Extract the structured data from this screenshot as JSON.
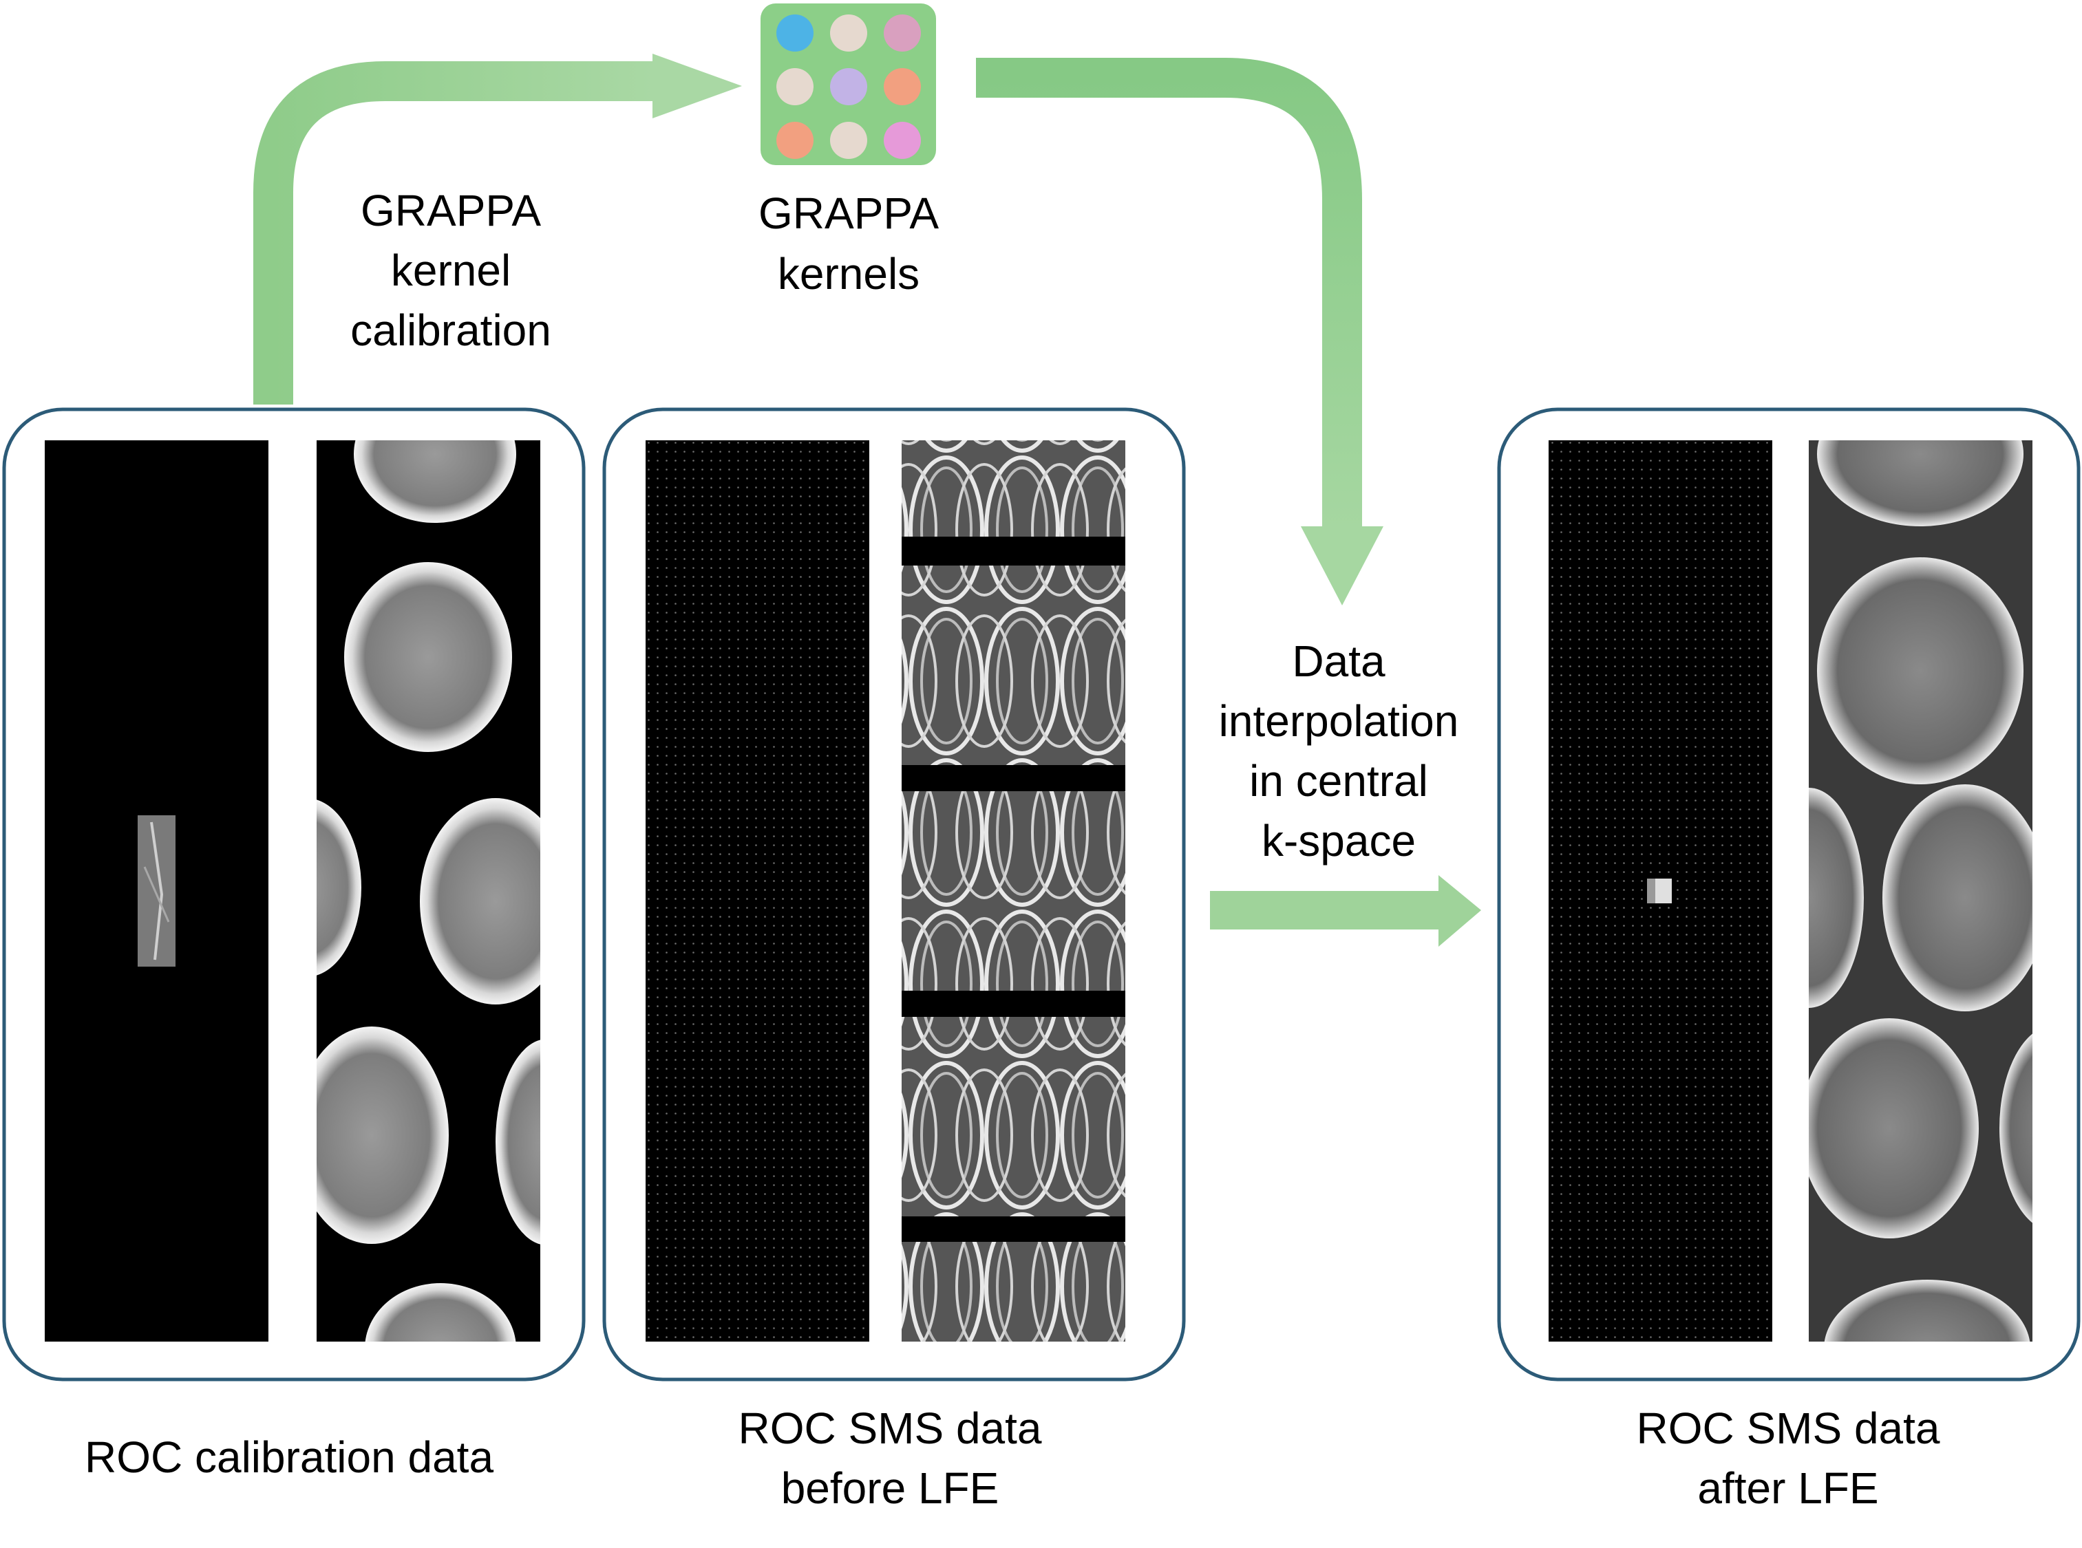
{
  "labels": {
    "calibration_step": [
      "GRAPPA",
      "kernel",
      "calibration"
    ],
    "kernels": [
      "GRAPPA",
      "kernels"
    ],
    "interpolation_step": [
      "Data",
      "interpolation",
      "in central",
      "k-space"
    ],
    "panel_calibration": [
      "ROC calibration data"
    ],
    "panel_before": [
      "ROC SMS data",
      "before LFE"
    ],
    "panel_after": [
      "ROC SMS data",
      "after LFE"
    ]
  },
  "kernel_grid_colors": [
    "#4db3e6",
    "#e6d9cf",
    "#d9a0bf",
    "#e6d9cf",
    "#c2b3e6",
    "#f2a080",
    "#f2a080",
    "#e6d9cf",
    "#e69ad9"
  ],
  "colors": {
    "arrow": "#9fd39a",
    "arrow_dark": "#86c985",
    "panel_border": "#2c5b78",
    "kernel_tile": "#8ccf88"
  }
}
